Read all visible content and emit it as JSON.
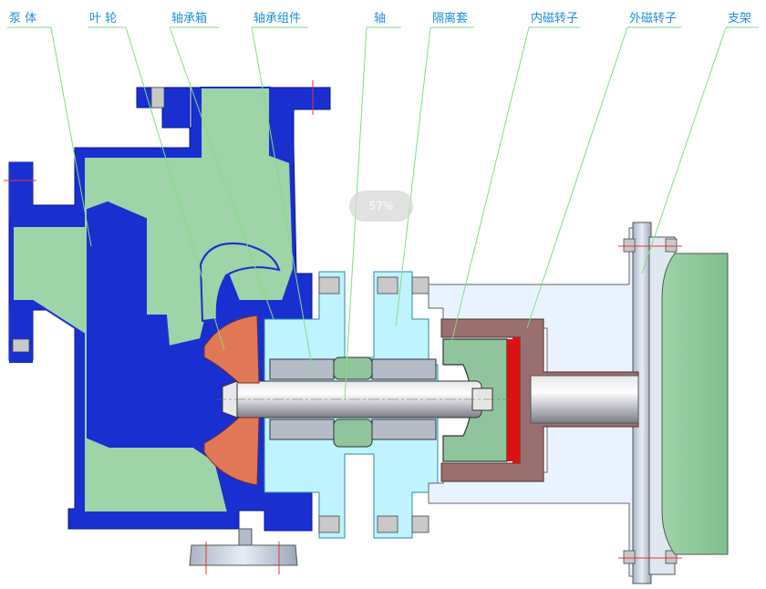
{
  "labels": {
    "pump_body": "泵 体",
    "impeller": "叶 轮",
    "bearing_box": "轴承箱",
    "bearing_assembly": "轴承组件",
    "shaft": "轴",
    "isolation_sleeve": "隔离套",
    "inner_magnetic_rotor": "内磁转子",
    "outer_magnetic_rotor": "外磁转子",
    "bracket": "支架"
  },
  "zoom": "57%",
  "colors": {
    "casing_blue": "#1a2fd0",
    "fluid_green": "#9fd3a8",
    "sleeve_cyan": "#bff3ff",
    "impeller_copper": "#e07858",
    "magnet_red": "#dd1111",
    "rotor_brown": "#9a6f6f",
    "label_blue": "#1f8fd8",
    "leader_green": "#7fe07f"
  }
}
